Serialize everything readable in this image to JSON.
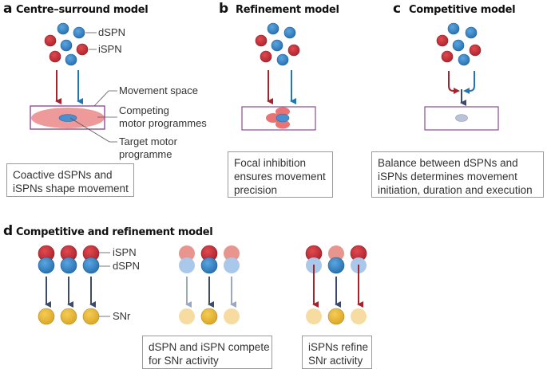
{
  "colors": {
    "dspn": "#3a87c8",
    "ispn": "#c8323a",
    "dspn_faded": "#a9c8ea",
    "ispn_faded": "#e8958f",
    "snr": "#e8b93a",
    "snr_faded": "#f6dca0",
    "arrow_red": "#a3242c",
    "arrow_blue": "#1f78b4",
    "arrow_dark": "#3c4a6b",
    "arrow_light": "#9aa8c4",
    "box_border": "#8b4a94",
    "movement_space": "#ef9a9a",
    "target": "#4a8fd0",
    "neutral_target": "#b9c2d6"
  },
  "panels": {
    "a": {
      "letter": "a",
      "title": "Centre–surround model",
      "labels": {
        "dspn": "dSPN",
        "ispn": "iSPN",
        "movement_space": "Movement space",
        "competing_1": "Competing",
        "competing_2": "motor programmes",
        "target_1": "Target motor",
        "target_2": "programme"
      },
      "caption": [
        "Coactive dSPNs and",
        "iSPNs shape movement"
      ]
    },
    "b": {
      "letter": "b",
      "title": "Refinement model",
      "caption": [
        "Focal inhibition",
        "ensures movement",
        "precision"
      ]
    },
    "c": {
      "letter": "c",
      "title": "Competitive model",
      "caption": [
        "Balance between dSPNs and",
        "iSPNs determines movement",
        "initiation, duration and execution"
      ]
    },
    "d": {
      "letter": "d",
      "title": "Competitive and refinement model",
      "labels": {
        "ispn": "iSPN",
        "dspn": "dSPN",
        "snr": "SNr"
      },
      "captions": {
        "compete": [
          "dSPN and iSPN compete",
          "for SNr activity"
        ],
        "refine": [
          "iSPNs refine",
          "SNr activity"
        ]
      }
    }
  }
}
